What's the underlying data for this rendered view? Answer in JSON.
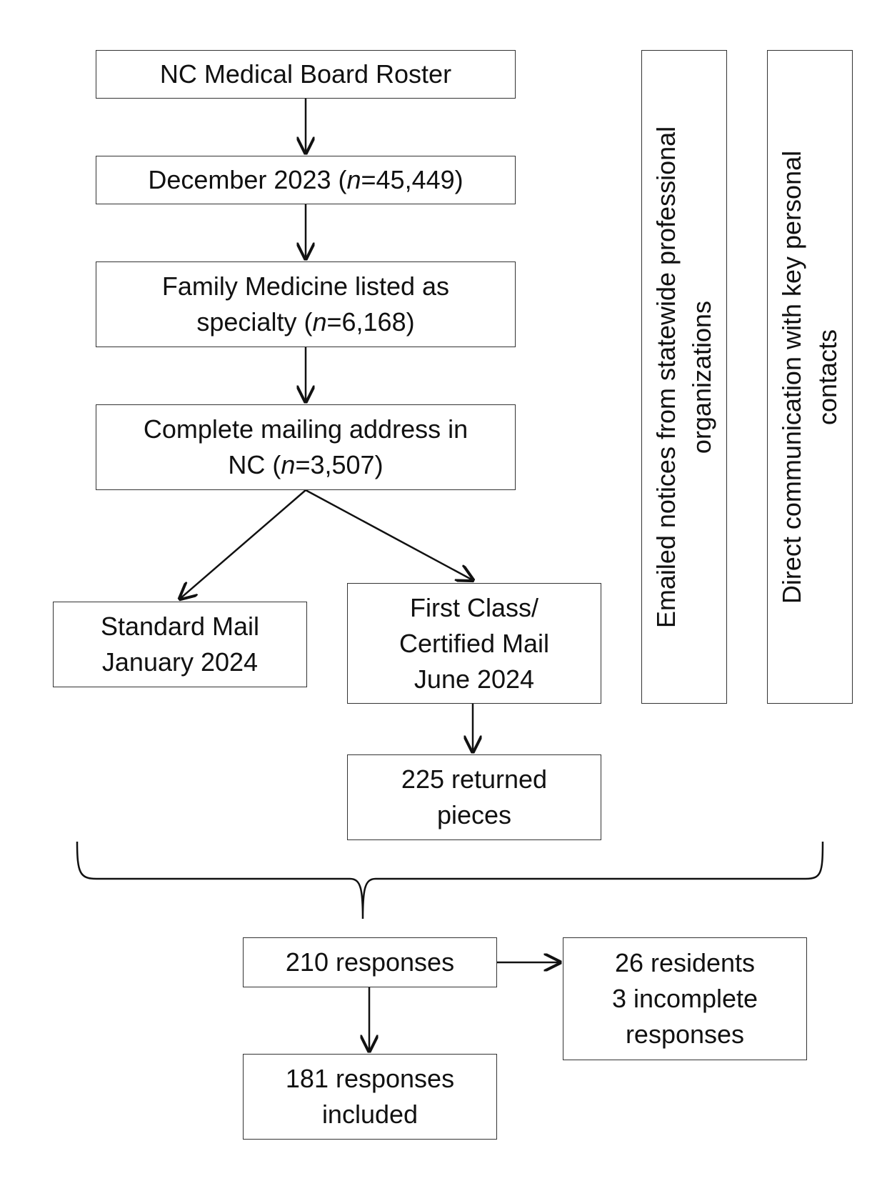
{
  "nodes": {
    "roster": {
      "lines": [
        "NC Medical Board Roster"
      ]
    },
    "december": {
      "pre": "December 2023 (",
      "n": "n",
      "post": "=45,449)"
    },
    "family_medicine": {
      "line1": "Family Medicine listed as",
      "pre": "specialty (",
      "n": "n",
      "post": "=6,168)"
    },
    "complete_address": {
      "line1": "Complete mailing address in",
      "pre": "NC (",
      "n": "n",
      "post": "=3,507)"
    },
    "standard_mail": {
      "lines": [
        "Standard Mail",
        "January 2024"
      ]
    },
    "first_class": {
      "lines": [
        "First Class/",
        "Certified Mail",
        "June 2024"
      ]
    },
    "returned": {
      "lines": [
        "225 returned",
        "pieces"
      ]
    },
    "emailed": {
      "lines": [
        "Emailed notices from statewide professional",
        "organizations"
      ]
    },
    "direct": {
      "lines": [
        "Direct communication with key personal",
        "contacts"
      ]
    },
    "responses": {
      "lines": [
        "210 responses"
      ]
    },
    "excluded": {
      "lines": [
        "26 residents",
        "3 incomplete",
        "responses"
      ]
    },
    "included": {
      "lines": [
        "181 responses",
        "included"
      ]
    }
  }
}
